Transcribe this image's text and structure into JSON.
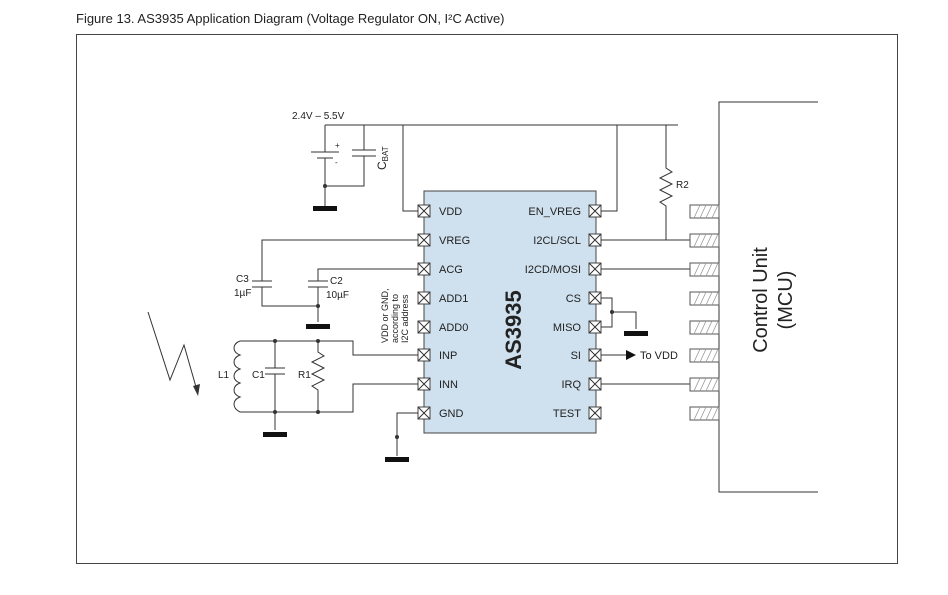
{
  "caption": "Figure 13.  AS3935 Application Diagram (Voltage Regulator ON, I²C Active)",
  "supply_label": "2.4V – 5.5V",
  "cbat": {
    "main": "C",
    "sub": "BAT"
  },
  "chip": {
    "name": "AS3935",
    "fill_color": "#cfe0ee",
    "left_pins": [
      "VDD",
      "VREG",
      "ACG",
      "ADD1",
      "ADD0",
      "INP",
      "INN",
      "GND"
    ],
    "right_pins": [
      "EN_VREG",
      "I2CL/SCL",
      "I2CD/MOSI",
      "CS",
      "MISO",
      "SI",
      "IRQ",
      "TEST"
    ]
  },
  "addr_note": [
    "VDD or GND,",
    "according to",
    "I2C address"
  ],
  "components": {
    "r2": "R2",
    "c3": "C3",
    "c3_value": "1µF",
    "c2": "C2",
    "c2_value": "10µF",
    "l1": "L1",
    "c1": "C1",
    "r1": "R1"
  },
  "to_vdd": "To VDD",
  "mcu": {
    "line1": "Control Unit",
    "line2": "(MCU)"
  },
  "battery_plus": "+",
  "battery_minus": "-"
}
